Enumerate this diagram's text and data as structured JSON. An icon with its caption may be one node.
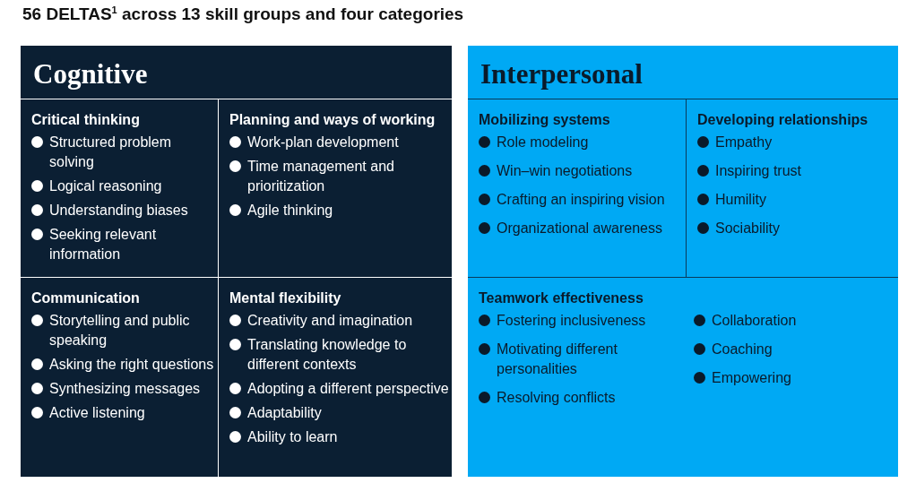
{
  "diagram": {
    "title": "56 DELTAS$^{1}$ across 13 skill groups and four categories",
    "nodes": [
      {
        "text": [
          "Cognitive"
        ]
      },
      {
        "text": [
          "Critical thinking",
          "Structured problem solving",
          "Logical reasoning",
          "Understanding biases",
          "Seeking relevant information"
        ],
        "in": 0
      },
      {
        "text": [
          "Planning and ways of working",
          "Work-plan development",
          "Time management and prioritization",
          "Agile thinking"
        ],
        "in": 0
      },
      {
        "text": [
          "Communication",
          "Storytelling and public speaking",
          "Asking the right questions",
          "Synthesizing messages",
          "Active listening"
        ],
        "in": 0
      },
      {
        "text": [
          "Mental flexibility",
          "Creativity and imagination",
          "Translating knowledge to different contexts",
          "Adopting a different perspective",
          "Adaptability",
          "Ability to learn"
        ],
        "in": 0
      },
      {
        "text": [
          "Interpersonal"
        ]
      },
      {
        "text": [
          "Mobilizing systems",
          "Role modeling",
          "Win–win negotiations",
          "Crafting an inspiring vision",
          "Organizational awareness"
        ],
        "in": 5
      },
      {
        "text": [
          "Developing relationships",
          "Empathy",
          "Inspiring trust",
          "Humility",
          "Sociability"
        ],
        "in": 5
      },
      {
        "text": [
          "Teamwork effectiveness",
          "Fostering inclusiveness",
          "Motivating different personalities",
          "Resolving conflicts",
          "Collaboration",
          " Coaching",
          "Empowering"
        ],
        "in": 5
      }
    ],
    "edges": []
  }
}
